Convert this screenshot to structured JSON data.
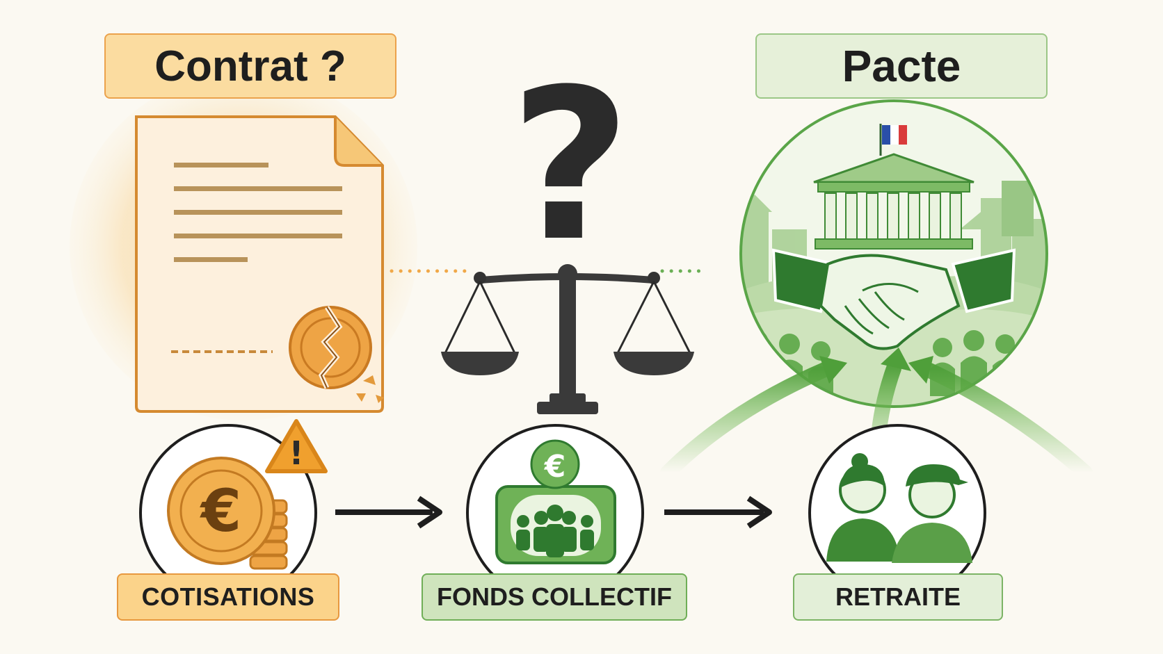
{
  "titles": {
    "left": "Contrat ?",
    "right": "Pacte"
  },
  "labels": {
    "cotisations": "COTISATIONS",
    "fonds": "FONDS COLLECTIF",
    "retraite": "RETRAITE"
  },
  "symbols": {
    "question": "?",
    "euro": "€",
    "warning": "!"
  },
  "icons": {
    "contract": "contract-document-icon",
    "broken_seal": "broken-seal-icon",
    "scale": "balance-scale-icon",
    "question": "question-mark-icon",
    "building": "government-building-icon",
    "flag": "french-flag-icon",
    "handshake": "handshake-icon",
    "coins": "euro-coins-icon",
    "warning": "warning-triangle-icon",
    "fund": "collective-fund-icon",
    "retirees": "retired-couple-icon"
  },
  "colors": {
    "orange": "#f0a848",
    "orange_dark": "#c9822a",
    "green": "#5aa548",
    "green_dark": "#2f7a2f",
    "dark": "#2b2b2b",
    "background": "#fbf9f2"
  }
}
